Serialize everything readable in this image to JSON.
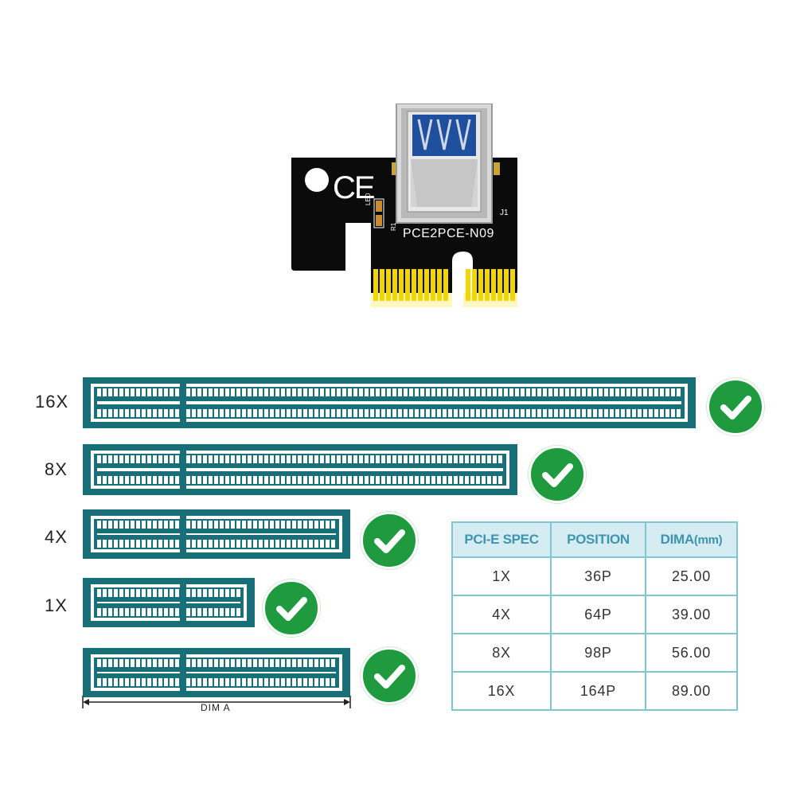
{
  "board": {
    "model": "PCE2PCE-N09",
    "ce_mark": "CE",
    "j1": "J1",
    "led": "LED",
    "r1": "R1"
  },
  "slots": [
    {
      "label": "16X",
      "pins": "164P"
    },
    {
      "label": "8X",
      "pins": "98P"
    },
    {
      "label": "4X",
      "pins": "64P"
    },
    {
      "label": "1X",
      "pins": "36P"
    }
  ],
  "dimension_label": "DIM A",
  "table": {
    "headers": [
      "PCI-E SPEC",
      "POSITION",
      "DIMA"
    ],
    "unit": "(mm)",
    "rows": [
      [
        "1X",
        "36P",
        "25.00"
      ],
      [
        "4X",
        "64P",
        "39.00"
      ],
      [
        "8X",
        "98P",
        "56.00"
      ],
      [
        "16X",
        "164P",
        "89.00"
      ]
    ]
  },
  "colors": {
    "slot": "#186f78",
    "check": "#1f9a3f",
    "table_border": "#7fc6d3",
    "table_header_bg": "#d5ecf3",
    "table_header_text": "#3f95ae"
  }
}
